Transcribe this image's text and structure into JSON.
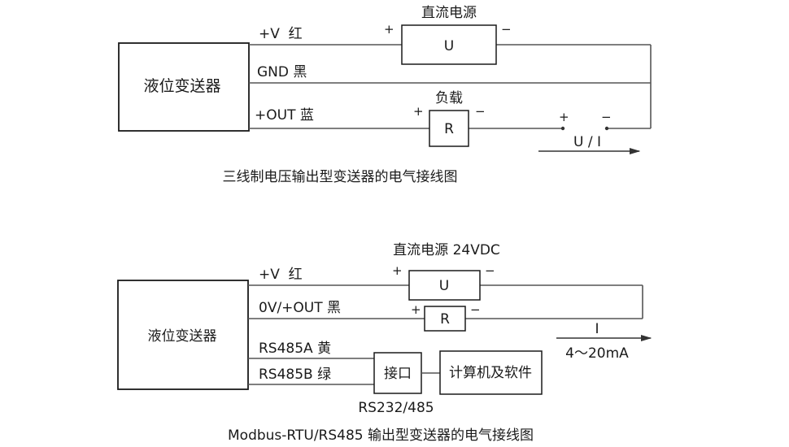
{
  "diagram1": {
    "transmitter_label": "液位变送器",
    "wire_labels": {
      "vplus": "+V  红",
      "gnd": "GND 黑",
      "out": "+OUT 蓝"
    },
    "power_supply": {
      "title": "直流电源",
      "box_label": "U",
      "plus": "+",
      "minus": "−"
    },
    "load": {
      "title": "负载",
      "box_label": "R",
      "plus": "+",
      "minus": "−"
    },
    "meter": {
      "plus": "+",
      "minus": "−",
      "label": "U / I"
    },
    "caption": "三线制电压输出型变送器的电气接线图"
  },
  "diagram2": {
    "transmitter_label": "液位变送器",
    "wire_labels": {
      "vplus": "+V  红",
      "out": "0V/+OUT 黑",
      "rs485a": "RS485A 黄",
      "rs485b": "RS485B 绿"
    },
    "power_supply": {
      "title": "直流电源 24VDC",
      "box_label": "U",
      "plus": "+",
      "minus": "−"
    },
    "resistor": {
      "box_label": "R",
      "plus": "+",
      "minus": "−"
    },
    "current": {
      "label": "I",
      "range": "4～20mA"
    },
    "interface": {
      "label": "接口",
      "protocol": "RS232/485"
    },
    "computer": {
      "label": "计算机及软件"
    },
    "caption": "Modbus-RTU/RS485 输出型变送器的电气接线图"
  }
}
